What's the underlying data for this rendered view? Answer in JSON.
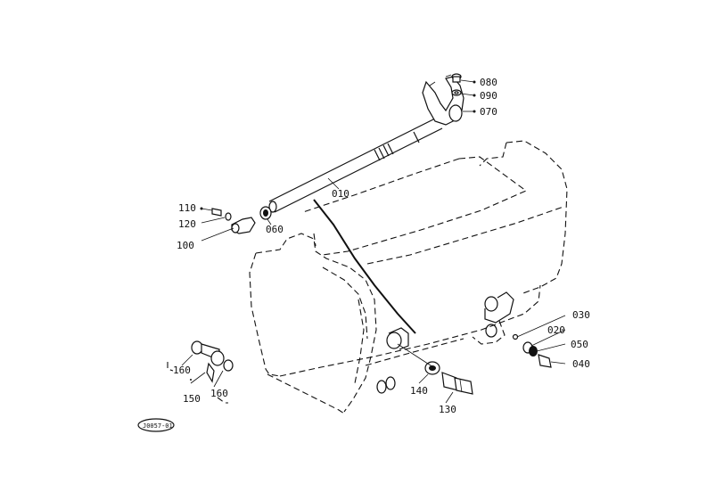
{
  "diagram": {
    "ref_code": "J0057-01",
    "labels": {
      "p010": "010",
      "p020": "020",
      "p030": "030",
      "p040": "040",
      "p050": "050",
      "p060": "060",
      "p070": "070",
      "p080": "080",
      "p090": "090",
      "p100": "100",
      "p110": "110",
      "p120": "120",
      "p130": "130",
      "p140": "140",
      "p150": "150",
      "p160a": "160",
      "p160b": "160"
    }
  }
}
